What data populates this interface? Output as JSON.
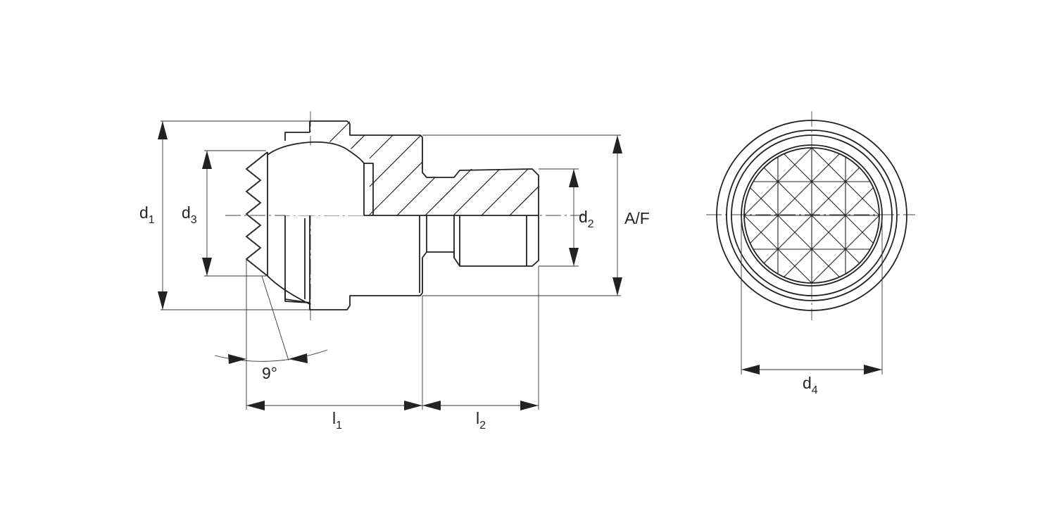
{
  "drawing": {
    "labels": {
      "d1": {
        "main": "d",
        "sub": "1"
      },
      "d2": {
        "main": "d",
        "sub": "2"
      },
      "d3": {
        "main": "d",
        "sub": "3"
      },
      "d4": {
        "main": "d",
        "sub": "4"
      },
      "l1": {
        "main": "l",
        "sub": "1"
      },
      "l2": {
        "main": "l",
        "sub": "2"
      },
      "af": "A/F",
      "angle": "9°"
    }
  }
}
